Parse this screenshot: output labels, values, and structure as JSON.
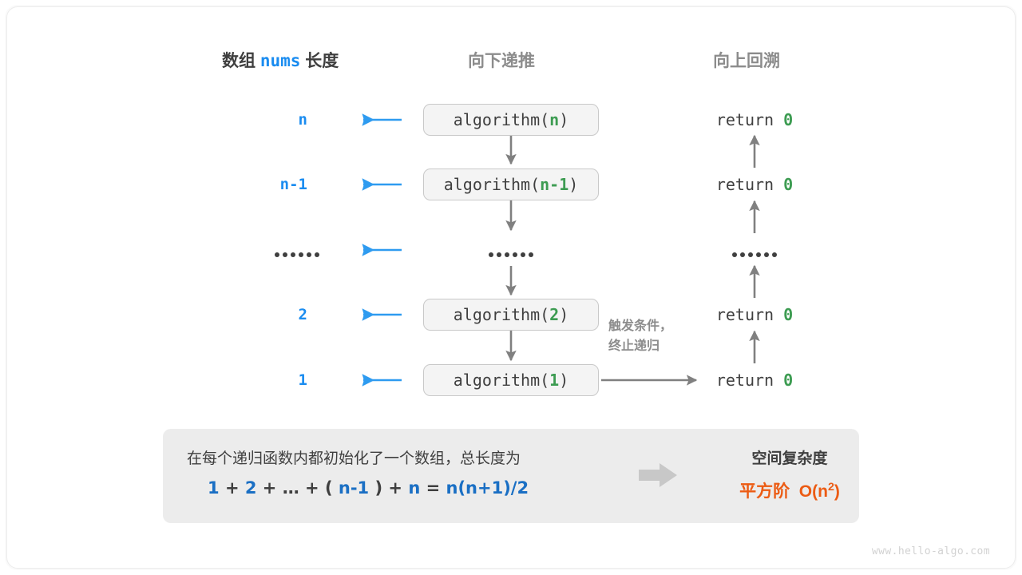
{
  "colors": {
    "blue": "#1a8cf0",
    "blue_dark": "#1a6fc4",
    "green": "#3d9c52",
    "orange": "#ec5b13",
    "gray_text": "#3f3f3f",
    "gray_muted": "#8c8c8c",
    "box_fill": "#f4f4f4",
    "box_border": "#c9c9c9",
    "panel_fill": "#ececec",
    "arrow_gray": "#808080",
    "watermark": "#d2d2d2"
  },
  "headers": {
    "left_prefix": "数组",
    "left_mono": "nums",
    "left_suffix": "长度",
    "middle": "向下递推",
    "right": "向上回溯"
  },
  "rows": [
    {
      "length": "n",
      "call_prefix": "algorithm(",
      "call_arg": "n",
      "call_suffix": ")",
      "return_label": "return",
      "return_value": "0",
      "is_dots": false
    },
    {
      "length": "n-1",
      "call_prefix": "algorithm(",
      "call_arg": "n-1",
      "call_suffix": ")",
      "return_label": "return",
      "return_value": "0",
      "is_dots": false
    },
    {
      "length": "",
      "call_prefix": "",
      "call_arg": "",
      "call_suffix": "",
      "return_label": "",
      "return_value": "",
      "is_dots": true
    },
    {
      "length": "2",
      "call_prefix": "algorithm(",
      "call_arg": "2",
      "call_suffix": ")",
      "return_label": "return",
      "return_value": "0",
      "is_dots": false
    },
    {
      "length": "1",
      "call_prefix": "algorithm(",
      "call_arg": "1",
      "call_suffix": ")",
      "return_label": "return",
      "return_value": "0",
      "is_dots": false
    }
  ],
  "annotation": {
    "line1": "触发条件，",
    "line2": "终止递归"
  },
  "summary": {
    "description": "在每个递归函数内都初始化了一个数组，总长度为",
    "formula_parts": [
      {
        "text": "1",
        "style": "b"
      },
      {
        "text": "+",
        "style": "op"
      },
      {
        "text": "2",
        "style": "b"
      },
      {
        "text": "+",
        "style": "op"
      },
      {
        "text": "…",
        "style": "op"
      },
      {
        "text": "+",
        "style": "op"
      },
      {
        "text": "(",
        "style": "op"
      },
      {
        "text": "n-1",
        "style": "b"
      },
      {
        "text": ")",
        "style": "op"
      },
      {
        "text": "+",
        "style": "op"
      },
      {
        "text": "n",
        "style": "b"
      },
      {
        "text": "=",
        "style": "op"
      },
      {
        "text": "n(n+1)/2",
        "style": "b"
      }
    ],
    "result_title": "空间复杂度",
    "result_label": "平方阶",
    "result_notation_base": "O(n",
    "result_notation_exp": "2",
    "result_notation_tail": ")"
  },
  "watermark": "www.hello-algo.com"
}
